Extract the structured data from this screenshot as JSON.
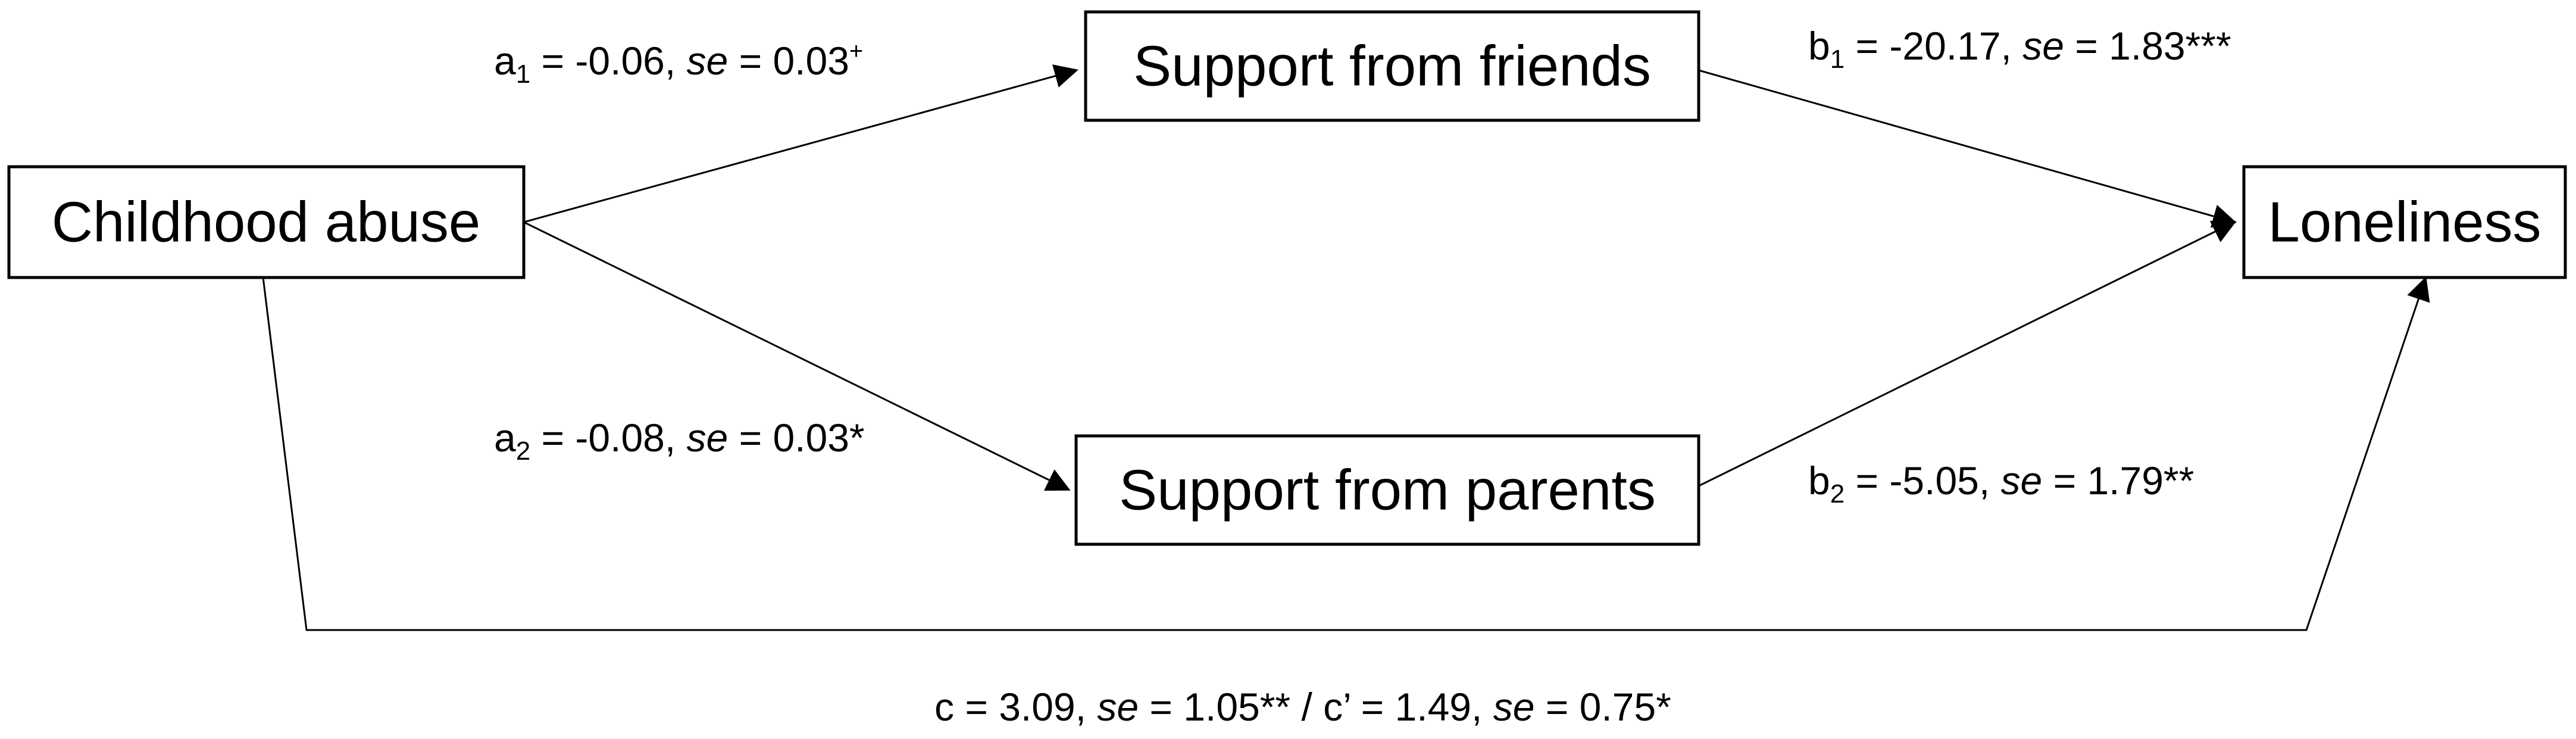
{
  "nodes": {
    "childhood_abuse": "Childhood abuse",
    "support_friends": "Support from friends",
    "support_parents": "Support from parents",
    "loneliness": "Loneliness"
  },
  "paths": {
    "a1": {
      "name": "a",
      "sub": "1",
      "value": " = -0.06, ",
      "se_label": "se",
      "se_value": " = 0.03",
      "sig": "+"
    },
    "a2": {
      "name": "a",
      "sub": "2",
      "value": " = -0.08, ",
      "se_label": "se",
      "se_value": " = 0.03",
      "sig": "*"
    },
    "b1": {
      "name": "b",
      "sub": "1",
      "value": " = -20.17, ",
      "se_label": "se",
      "se_value": " = 1.83",
      "sig": "***"
    },
    "b2": {
      "name": "b",
      "sub": "2",
      "value": " = -5.05, ",
      "se_label": "se",
      "se_value": " = 1.79",
      "sig": "**"
    },
    "c": {
      "part1": "c = 3.09, ",
      "se_label_1": "se",
      "part2": " = 1.05** / c’ = 1.49, ",
      "se_label_2": "se",
      "part3": " = 0.75*"
    }
  }
}
